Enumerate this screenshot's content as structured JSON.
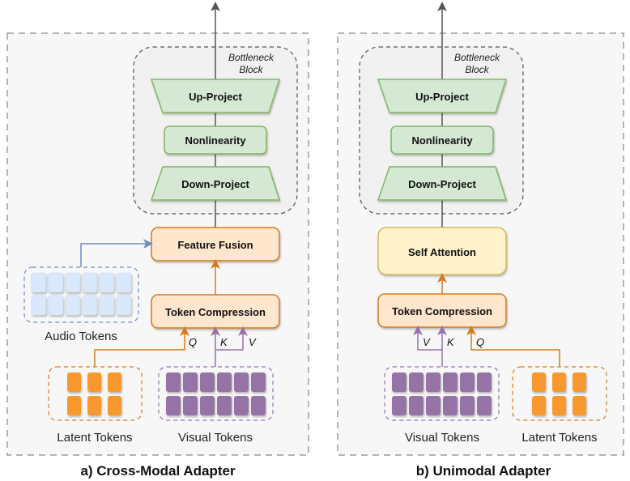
{
  "panels": [
    {
      "caption": "a) Cross-Modal Adapter",
      "bottleneck_label_line1": "Bottleneck",
      "bottleneck_label_line2": "Block",
      "up_project": "Up-Project",
      "nonlinearity": "Nonlinearity",
      "down_project": "Down-Project",
      "middle_block": "Feature Fusion",
      "token_compression": "Token Compression",
      "side_tokens_label": "Audio Tokens",
      "left_tokens_label": "Latent Tokens",
      "right_tokens_label": "Visual Tokens",
      "q": "Q",
      "k": "K",
      "v": "V"
    },
    {
      "caption": "b) Unimodal Adapter",
      "bottleneck_label_line1": "Bottleneck",
      "bottleneck_label_line2": "Block",
      "up_project": "Up-Project",
      "nonlinearity": "Nonlinearity",
      "down_project": "Down-Project",
      "middle_block": "Self Attention",
      "token_compression": "Token Compression",
      "left_tokens_label": "Visual Tokens",
      "right_tokens_label": "Latent Tokens",
      "q": "Q",
      "k": "K",
      "v": "V"
    }
  ],
  "colors": {
    "green_fill": "#d5e8d4",
    "green_stroke": "#82b366",
    "orange_fill": "#ffe6cc",
    "orange_stroke": "#d79b00",
    "yellow_fill": "#fff2cc",
    "yellow_stroke": "#d6b656",
    "latent_token": "#f7992f",
    "visual_token": "#9673a6",
    "audio_token": "#dae8fc",
    "audio_stroke": "#6c8ebf",
    "arrow_gray": "#555555",
    "arrow_orange": "#d77a1c",
    "arrow_purple": "#9673a6"
  }
}
